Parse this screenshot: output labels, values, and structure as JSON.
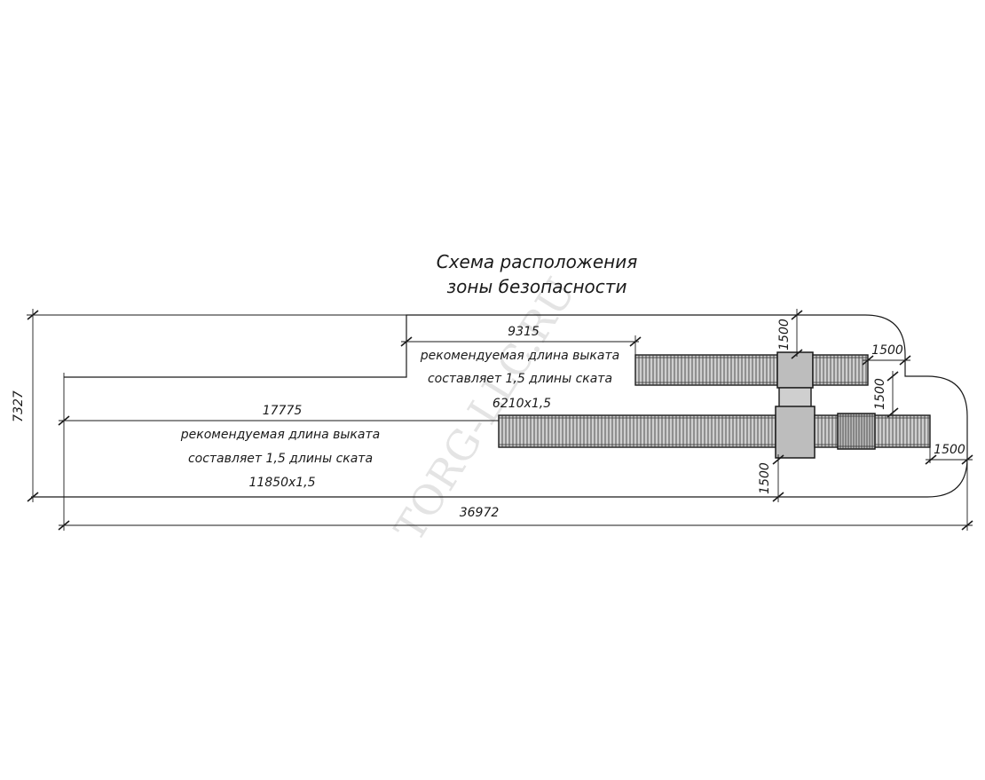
{
  "title": {
    "line1": "Схема расположения",
    "line2": "зоны безопасности"
  },
  "dimensions": {
    "total_width": "36972",
    "total_height": "7327",
    "long_slide_length": "17775",
    "short_slide_length": "9315",
    "clearance_top": "1500",
    "clearance_right_upper": "1500",
    "clearance_vertical_right": "1500",
    "clearance_right_lower": "1500",
    "clearance_bottom": "1500"
  },
  "notes": {
    "short_line1": "рекомендуемая длина выката",
    "short_line2": "составляет 1,5 длины ската",
    "short_formula": "6210х1,5",
    "long_line1": "рекомендуемая длина выката",
    "long_line2": "составляет 1,5 длины ската",
    "long_formula": "11850х1,5"
  },
  "watermark": "TORG-LLC.RU"
}
